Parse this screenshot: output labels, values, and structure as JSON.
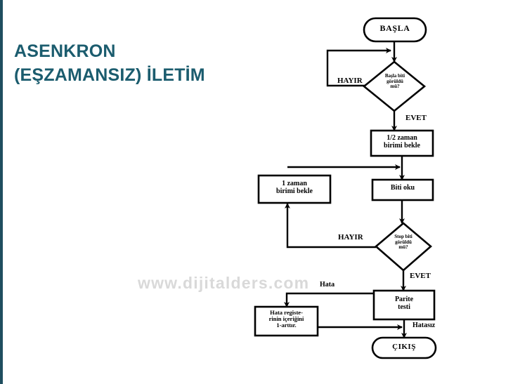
{
  "slide": {
    "title": "ASENKRON\n(EŞZAMANSIZ) İLETİM",
    "title_color": "#1b5c6e",
    "background_color": "#ffffff",
    "accent_bar_color": "#1f4e5f",
    "watermark": "www.dijitalders.com",
    "watermark_color": "#d9d9d9"
  },
  "flowchart": {
    "stroke_color": "#000000",
    "fill_color": "#ffffff",
    "nodes": {
      "start": {
        "label": "BAŞLA",
        "shape": "stadium"
      },
      "start_bit_decision": {
        "label": "Başla biti\ngörüldü\nmü?",
        "shape": "diamond"
      },
      "half_time_wait": {
        "label": "1/2 zaman\nbirimi bekle",
        "shape": "process"
      },
      "one_time_wait": {
        "label": "1 zaman\nbirimi bekle",
        "shape": "process"
      },
      "read_bit": {
        "label": "Biti oku",
        "shape": "process"
      },
      "stop_bit_decision": {
        "label": "Stop biti\ngörüldü\nmü?",
        "shape": "diamond"
      },
      "parity_test": {
        "label": "Parite\ntesti",
        "shape": "process"
      },
      "error_register": {
        "label": "Hata registe-\nrinin içeriğini\n1-arttır.",
        "shape": "process"
      },
      "exit": {
        "label": "ÇIKIŞ",
        "shape": "stadium"
      }
    },
    "edge_labels": {
      "start_bit_no": "HAYIR",
      "start_bit_yes": "EVET",
      "stop_bit_no": "HAYIR",
      "stop_bit_yes": "EVET",
      "parity_error": "Hata",
      "parity_ok": "Hatasız"
    }
  }
}
